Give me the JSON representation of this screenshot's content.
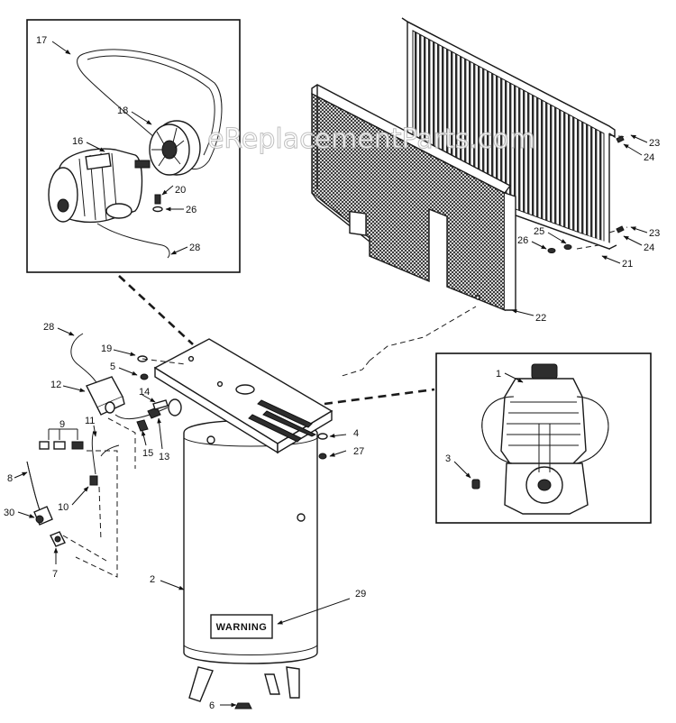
{
  "watermark": "eReplacementParts.com",
  "warning_label": "WARNING",
  "callouts": [
    {
      "id": "17",
      "label": "17"
    },
    {
      "id": "18",
      "label": "18"
    },
    {
      "id": "16",
      "label": "16"
    },
    {
      "id": "20",
      "label": "20"
    },
    {
      "id": "26a",
      "label": "26"
    },
    {
      "id": "28a",
      "label": "28"
    },
    {
      "id": "23a",
      "label": "23"
    },
    {
      "id": "24a",
      "label": "24"
    },
    {
      "id": "25",
      "label": "25"
    },
    {
      "id": "26b",
      "label": "26"
    },
    {
      "id": "23b",
      "label": "23"
    },
    {
      "id": "24b",
      "label": "24"
    },
    {
      "id": "21",
      "label": "21"
    },
    {
      "id": "22",
      "label": "22"
    },
    {
      "id": "28b",
      "label": "28"
    },
    {
      "id": "19",
      "label": "19"
    },
    {
      "id": "5",
      "label": "5"
    },
    {
      "id": "12",
      "label": "12"
    },
    {
      "id": "14",
      "label": "14"
    },
    {
      "id": "9",
      "label": "9"
    },
    {
      "id": "11",
      "label": "11"
    },
    {
      "id": "15",
      "label": "15"
    },
    {
      "id": "13",
      "label": "13"
    },
    {
      "id": "4",
      "label": "4"
    },
    {
      "id": "27",
      "label": "27"
    },
    {
      "id": "1",
      "label": "1"
    },
    {
      "id": "3",
      "label": "3"
    },
    {
      "id": "8",
      "label": "8"
    },
    {
      "id": "10",
      "label": "10"
    },
    {
      "id": "30",
      "label": "30"
    },
    {
      "id": "7",
      "label": "7"
    },
    {
      "id": "2",
      "label": "2"
    },
    {
      "id": "29",
      "label": "29"
    },
    {
      "id": "6",
      "label": "6"
    }
  ]
}
